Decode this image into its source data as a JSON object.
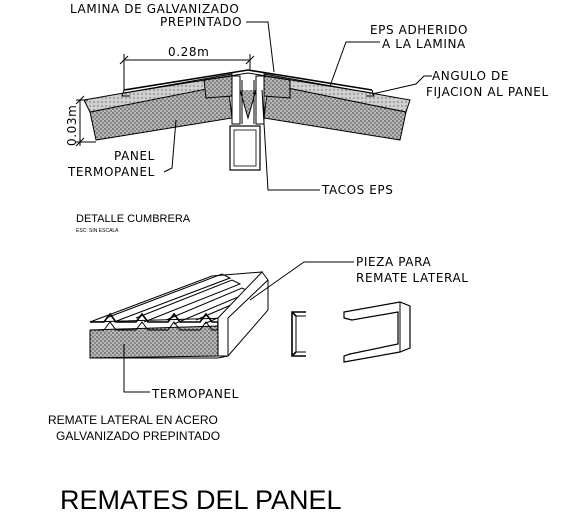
{
  "labels": {
    "lamina_1": "LAMINA DE GALVANIZADO",
    "lamina_2": "PREPINTADO",
    "eps_1": "EPS ADHERIDO",
    "eps_2": "A LA LAMINA",
    "angulo_1": "ANGULO DE",
    "angulo_2": "FIJACION AL PANEL",
    "dim_width": "0.28m",
    "dim_height": "0.03m",
    "panel_1": "PANEL",
    "panel_2": "TERMOPANEL",
    "tacos": "TACOS EPS",
    "detalle_title": "DETALLE CUMBRERA",
    "detalle_scale": "ESC: SIN ESCALA",
    "pieza_1": "PIEZA PARA",
    "pieza_2": "REMATE LATERAL",
    "termopanel": "TERMOPANEL",
    "remate_1": "REMATE LATERAL EN ACERO",
    "remate_2": "GALVANIZADO PREPINTADO",
    "main_title": "REMATES DEL PANEL"
  },
  "colors": {
    "ink": "#000000",
    "background": "#ffffff",
    "insulation_fill": "#8a8a8a"
  }
}
